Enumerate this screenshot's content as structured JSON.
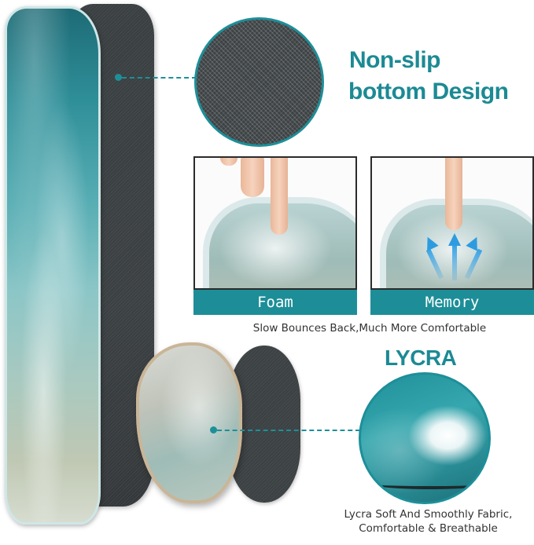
{
  "features": {
    "non_slip": {
      "heading_line1": "Non-slip",
      "heading_line2": "bottom Design"
    },
    "memory_foam": {
      "panels": [
        {
          "label": "Foam"
        },
        {
          "label": "Memory"
        }
      ],
      "caption": "Slow Bounces Back,Much More Comfortable"
    },
    "lycra": {
      "heading": "LYCRA",
      "caption_line1": "Lycra Soft And Smoothly Fabric,",
      "caption_line2": "Comfortable & Breathable"
    }
  },
  "colors": {
    "accent": "#1d8e98",
    "heading": "#1c8a94",
    "caption": "#333333",
    "arrow": "#2e9be0"
  }
}
